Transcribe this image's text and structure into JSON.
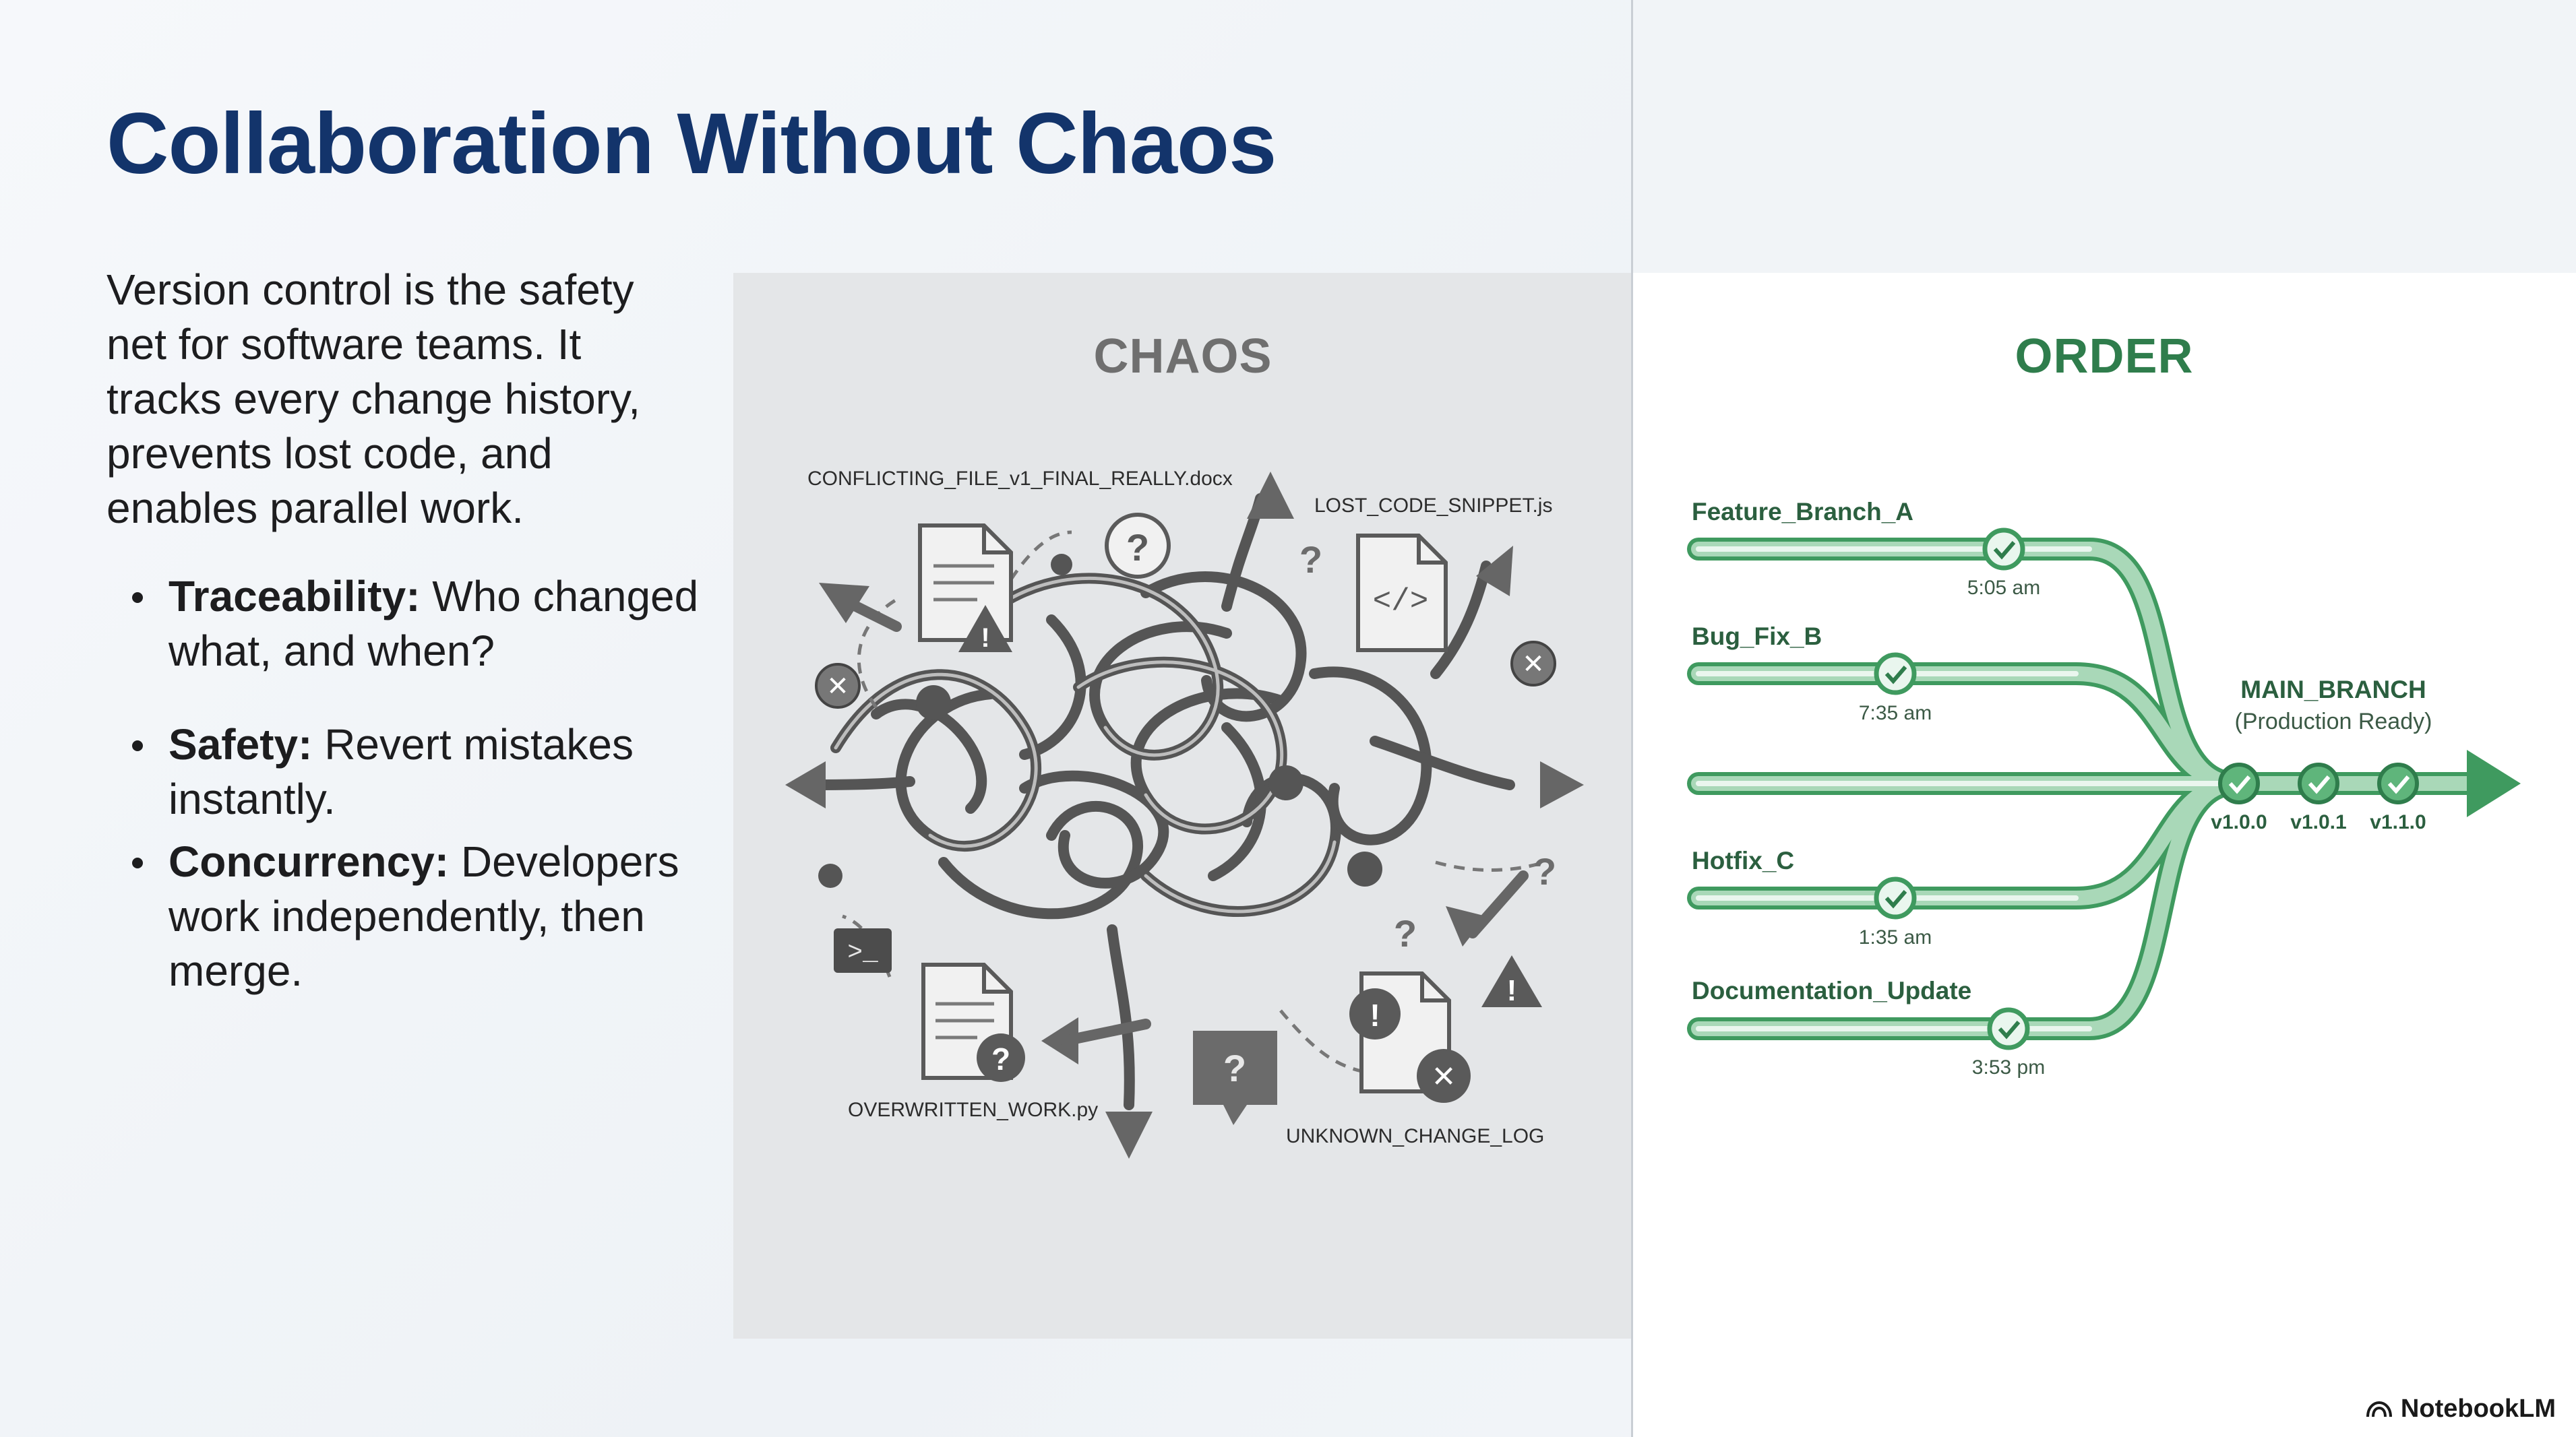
{
  "slide": {
    "title": "Collaboration Without Chaos",
    "intro": "Version control is the safety net for software teams. It tracks every change history, prevents lost code, and enables parallel work.",
    "bullets": [
      {
        "term": "Traceability:",
        "text": " Who changed what, and when?"
      },
      {
        "term": "Safety:",
        "text": " Revert mistakes instantly."
      },
      {
        "term": "Concurrency:",
        "text": " Developers work independently, then merge."
      }
    ]
  },
  "chaos": {
    "title": "CHAOS",
    "files": [
      "CONFLICTING_FILE_v1_FINAL_REALLY.docx",
      "LOST_CODE_SNIPPET.js",
      "OVERWRITTEN_WORK.py",
      "UNKNOWN_CHANGE_LOG"
    ],
    "icons": [
      "document-icon",
      "code-file-icon",
      "terminal-icon",
      "question-bubble-icon",
      "warning-icon",
      "error-icon"
    ]
  },
  "order": {
    "title": "ORDER",
    "branches": [
      {
        "name": "Feature_Branch_A",
        "time": "5:05 am"
      },
      {
        "name": "Bug_Fix_B",
        "time": "7:35 am"
      },
      {
        "name": "Hotfix_C",
        "time": "1:35 am"
      },
      {
        "name": "Documentation_Update",
        "time": "3:53 pm"
      }
    ],
    "main": {
      "name": "MAIN_BRANCH",
      "subtitle": "(Production Ready)",
      "versions": [
        "v1.0.0",
        "v1.0.1",
        "v1.1.0"
      ]
    },
    "colors": {
      "branch": "#3f9a5f",
      "branch_light": "#a9d8b8",
      "title": "#2f7d4c"
    }
  },
  "brand": {
    "name": "NotebookLM"
  }
}
